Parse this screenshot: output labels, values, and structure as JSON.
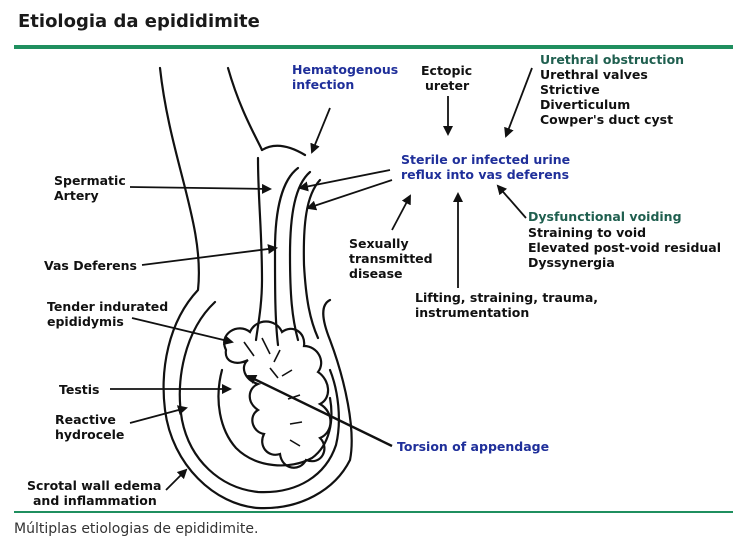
{
  "header": {
    "title": "Etiologia da epididimite"
  },
  "figure": {
    "labels": {
      "hematogenous": [
        "Hematogenous",
        "infection"
      ],
      "ectopic": [
        "Ectopic",
        "ureter"
      ],
      "urethral_obstruction": {
        "title": "Urethral obstruction",
        "items": [
          "Urethral valves",
          "Strictive",
          "Diverticulum",
          "Cowper's duct cyst"
        ]
      },
      "reflux": [
        "Sterile or infected urine",
        "reflux into vas deferens"
      ],
      "dysfunctional_voiding": {
        "title": "Dysfunctional voiding",
        "items": [
          "Straining to void",
          "Elevated post-void residual",
          "Dyssynergia"
        ]
      },
      "std": [
        "Sexually",
        "transmitted",
        "disease"
      ],
      "lifting": [
        "Lifting, straining, trauma,",
        "instrumentation"
      ],
      "spermatic_artery": [
        "Spermatic",
        "Artery"
      ],
      "vas_deferens": "Vas Deferens",
      "epididymis": [
        "Tender indurated",
        "epididymis"
      ],
      "testis": "Testis",
      "hydrocele": [
        "Reactive",
        "hydrocele"
      ],
      "scrotal_wall": [
        "Scrotal wall edema",
        "and inflammation"
      ],
      "torsion": "Torsion of appendage"
    }
  },
  "caption": "Múltiplas etiologias de epididimite.",
  "colors": {
    "accent_rule": "#1f8f5f",
    "label_navy": "#1f2f9a",
    "label_green": "#1f5f4f",
    "label_black": "#111111"
  }
}
